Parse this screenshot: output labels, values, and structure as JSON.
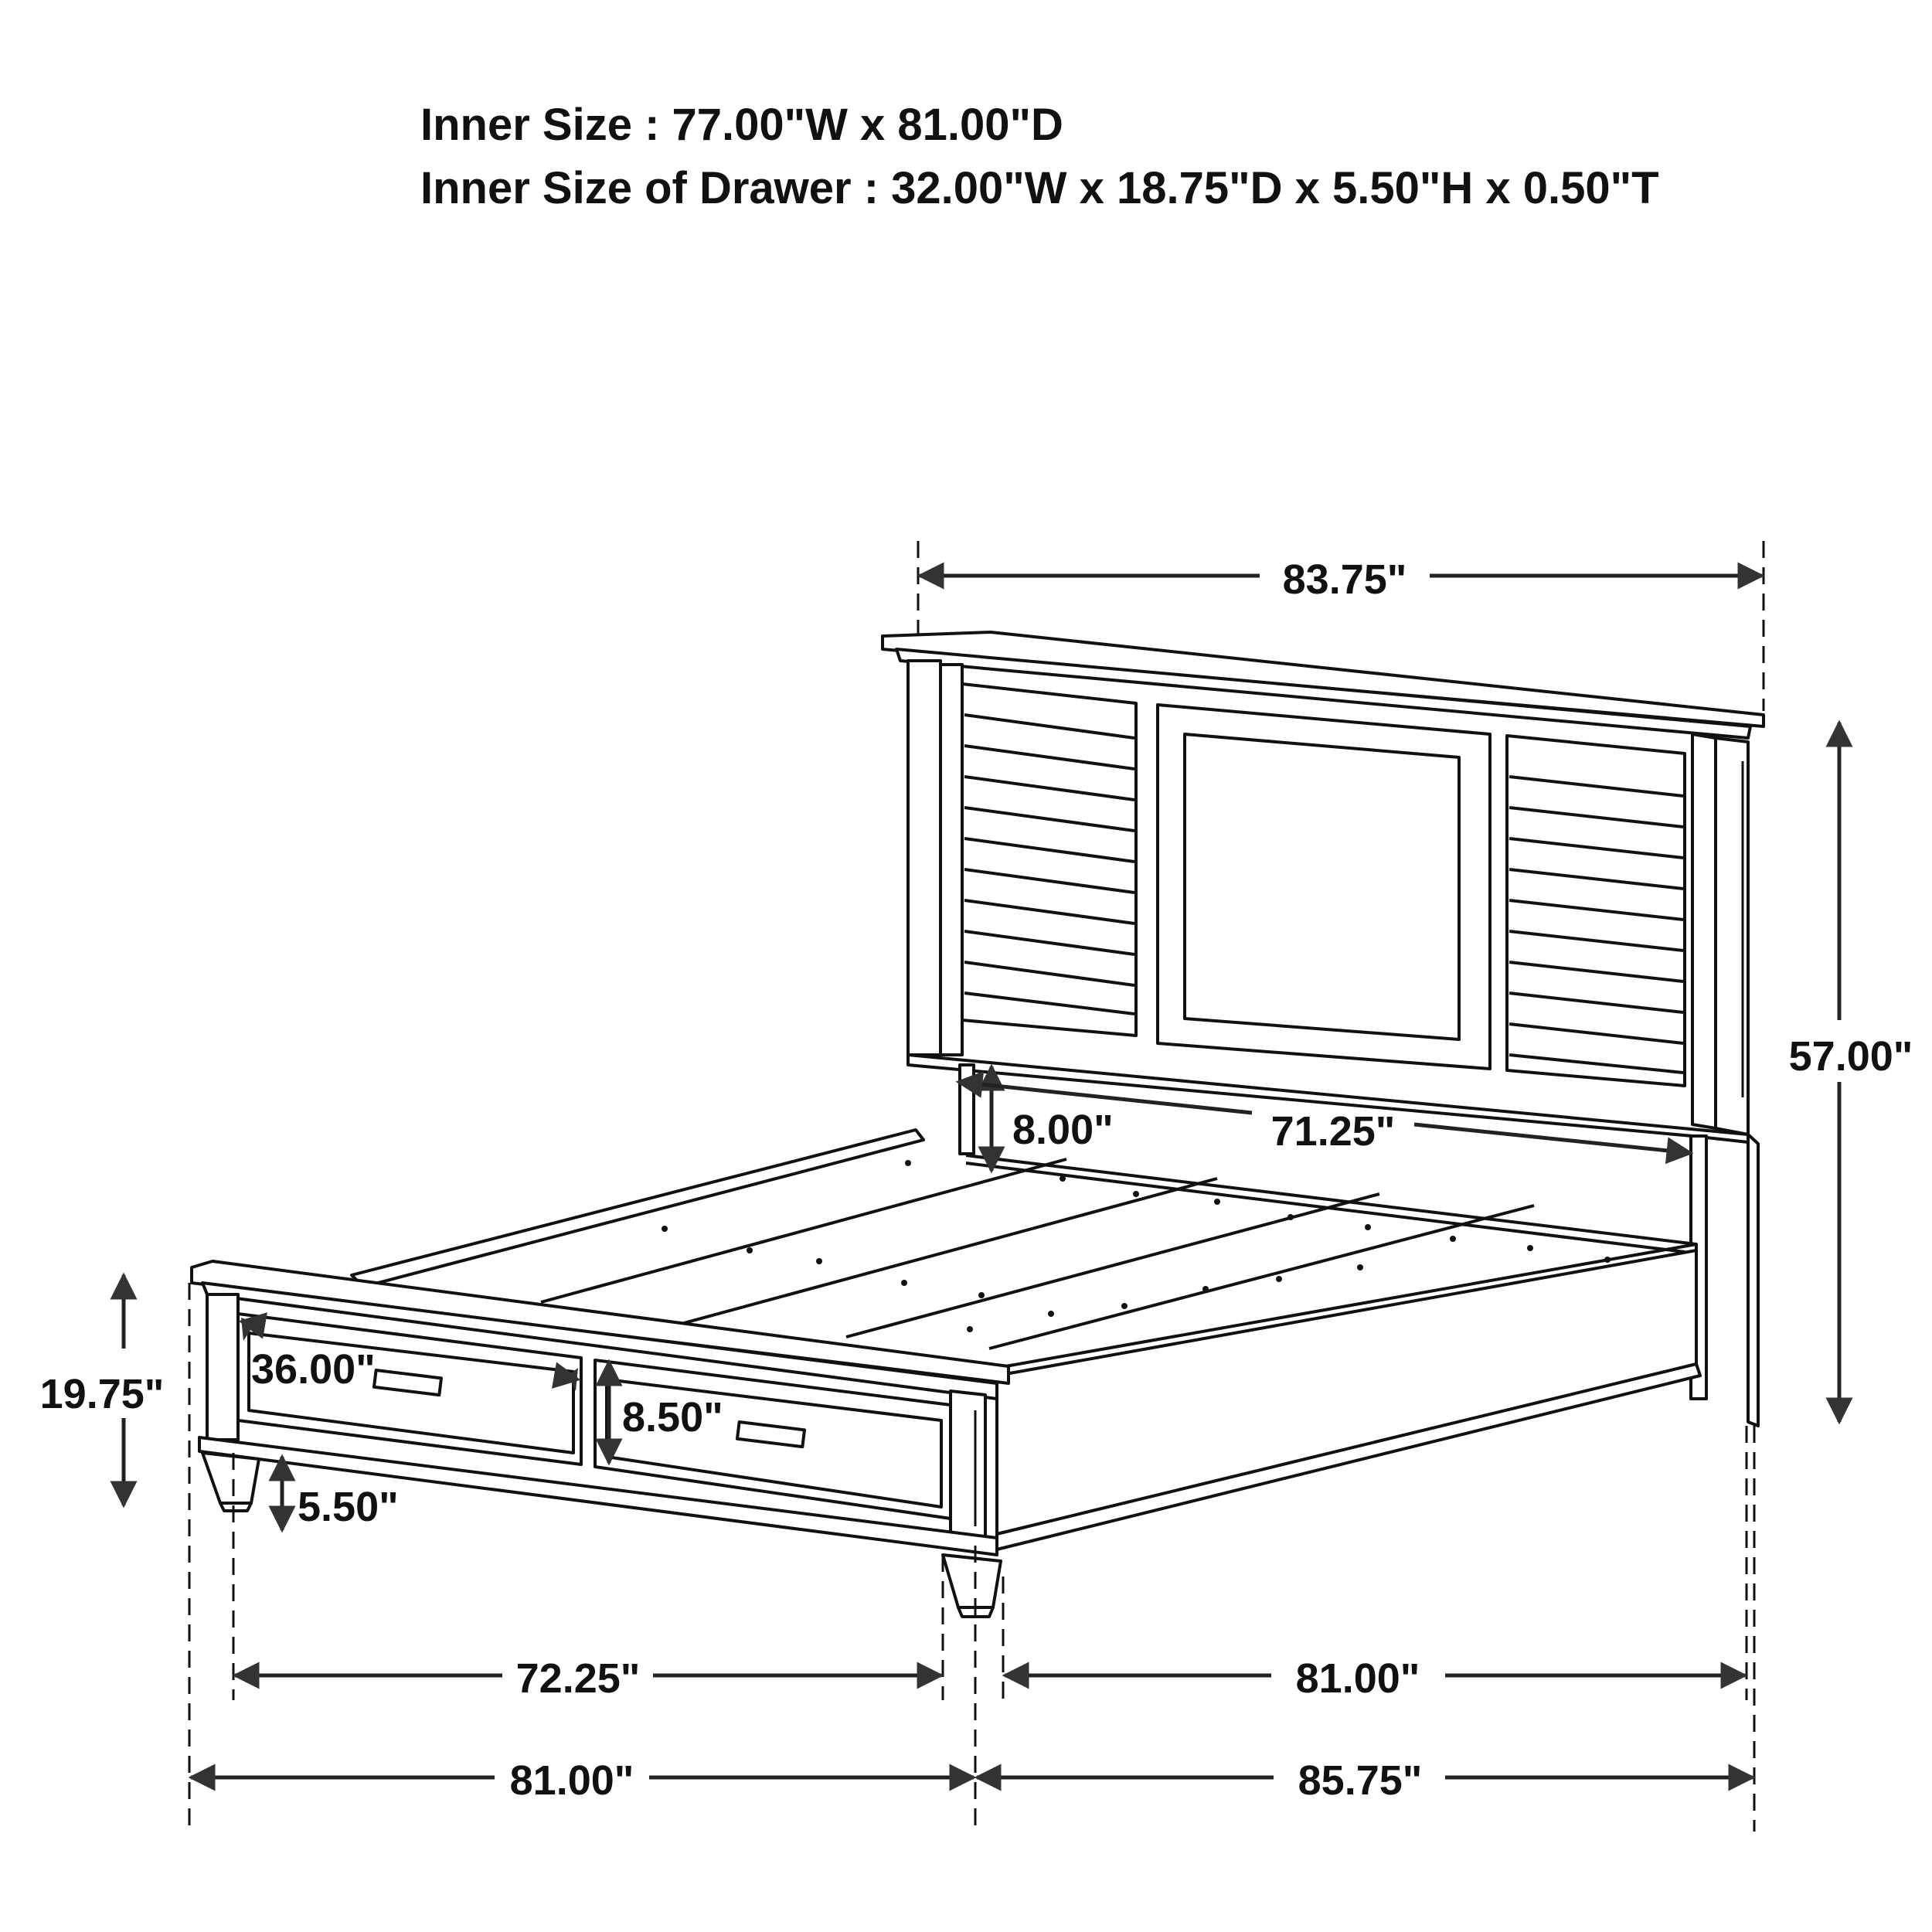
{
  "specs": {
    "inner_size": "Inner Size : 77.00\"W x 81.00\"D",
    "inner_size_drawer": "Inner Size of Drawer : 32.00\"W x 18.75\"D x 5.50\"H x 0.50\"T"
  },
  "dimensions": {
    "headboard_width": "83.75\"",
    "headboard_height": "57.00\"",
    "headboard_clearance": "8.00\"",
    "inner_headboard_width": "71.25\"",
    "footboard_height": "19.75\"",
    "drawer_width": "36.00\"",
    "drawer_height": "8.50\"",
    "leg_clearance": "5.50\"",
    "inner_footboard_width": "72.25\"",
    "inner_side_length": "81.00\"",
    "overall_width": "81.00\"",
    "overall_length": "85.75\""
  },
  "diagram": {
    "subject": "storage bed with shutter-style headboard and two-drawer footboard",
    "line_color": "#111111",
    "background": "#ffffff"
  }
}
